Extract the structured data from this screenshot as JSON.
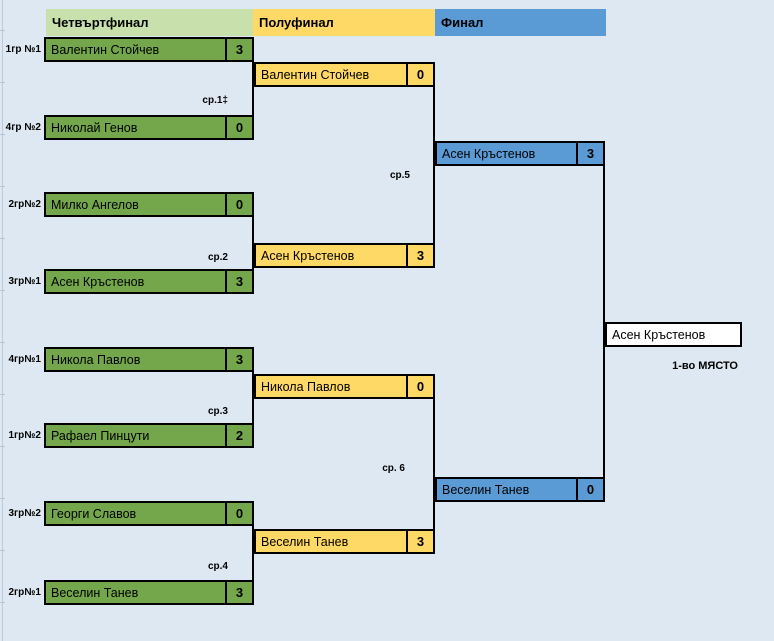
{
  "colors": {
    "background": "#DDE8F2",
    "quarterfinal_box": "#74A74C",
    "quarterfinal_header": "#C8E0AC",
    "semifinal": "#FFD966",
    "final": "#5B9BD5",
    "winner_box": "#FFFFFF",
    "border": "#000000",
    "gridline": "#BCCBDB"
  },
  "headers": [
    {
      "label": "Четвъртфинал"
    },
    {
      "label": "Полуфинал"
    },
    {
      "label": "Финал"
    }
  ],
  "quarterfinals": [
    {
      "seed": "1гр №1",
      "name": "Валентин Стойчев",
      "score": "3"
    },
    {
      "seed": "4гр №2",
      "name": "Николай Генов",
      "score": "0"
    },
    {
      "seed": "2гр№2",
      "name": "Милко Ангелов",
      "score": "0"
    },
    {
      "seed": "3гр№1",
      "name": "Асен Кръстенов",
      "score": "3"
    },
    {
      "seed": "4гр№1",
      "name": "Никола Павлов",
      "score": "3"
    },
    {
      "seed": "1гр№2",
      "name": "Рафаел Пинцути",
      "score": "2"
    },
    {
      "seed": "3гр№2",
      "name": "Георги Славов",
      "score": "0"
    },
    {
      "seed": "2гр№1",
      "name": "Веселин Танев",
      "score": "3"
    }
  ],
  "match_labels": [
    {
      "label": "ср.1‡"
    },
    {
      "label": "ср.2"
    },
    {
      "label": "ср.3"
    },
    {
      "label": "ср.4"
    },
    {
      "label": "ср.5"
    },
    {
      "label": "ср. 6"
    }
  ],
  "semifinals": [
    {
      "name": "Валентин Стойчев",
      "score": "0"
    },
    {
      "name": "Асен Кръстенов",
      "score": "3"
    },
    {
      "name": "Никола Павлов",
      "score": "0"
    },
    {
      "name": "Веселин Танев",
      "score": "3"
    }
  ],
  "finals": [
    {
      "name": "Асен Кръстенов",
      "score": "3"
    },
    {
      "name": "Веселин Танев",
      "score": "0"
    }
  ],
  "winner": {
    "name": "Асен Кръстенов",
    "title": "1-во МЯСТО"
  }
}
